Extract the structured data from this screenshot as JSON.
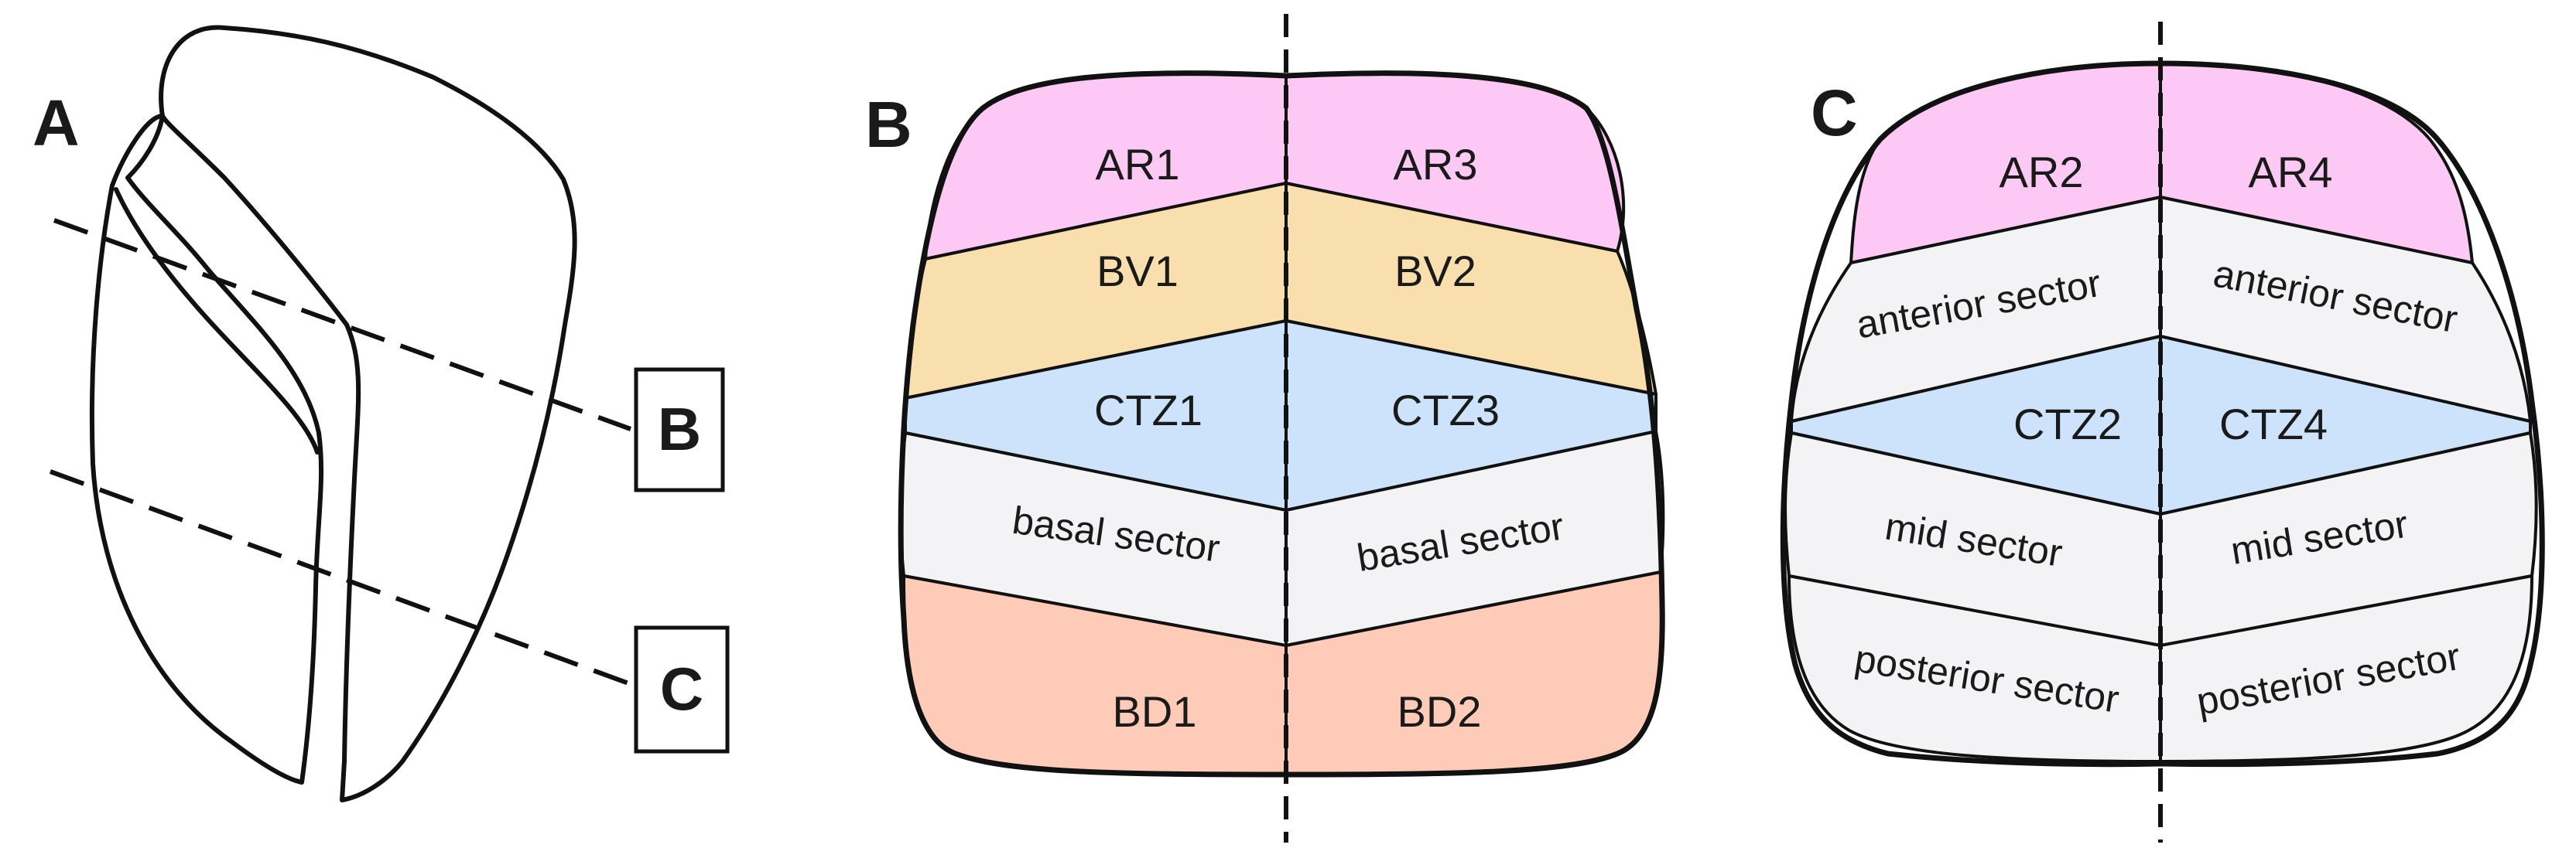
{
  "panels": {
    "a": {
      "letter": "A"
    },
    "b": {
      "letter": "B",
      "box_label": "B",
      "regions": {
        "ar1": "AR1",
        "ar3": "AR3",
        "bv1": "BV1",
        "bv2": "BV2",
        "ctz1": "CTZ1",
        "ctz3": "CTZ3",
        "basal_left": "basal sector",
        "basal_right": "basal sector",
        "bd1": "BD1",
        "bd2": "BD2"
      }
    },
    "c": {
      "letter": "C",
      "box_label": "C",
      "regions": {
        "ar2": "AR2",
        "ar4": "AR4",
        "anterior_left": "anterior sector",
        "anterior_right": "anterior sector",
        "ctz2": "CTZ2",
        "ctz4": "CTZ4",
        "mid_left": "mid sector",
        "mid_right": "mid sector",
        "posterior_left": "posterior sector",
        "posterior_right": "posterior sector"
      }
    }
  },
  "colors": {
    "pink": "#fcc8f4",
    "orange": "#fadfae",
    "blue": "#cce3fb",
    "grey": "#f3f3f5",
    "salmon": "#fdcbb8",
    "outline": "#111111"
  }
}
